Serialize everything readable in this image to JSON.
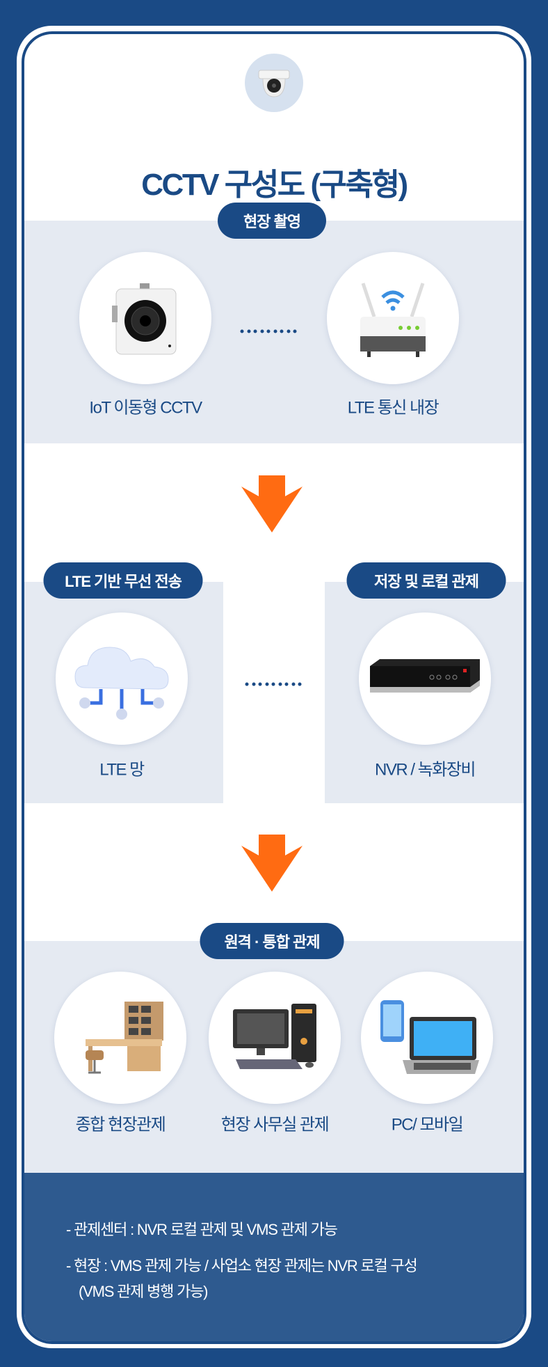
{
  "title": "CCTV 구성도 (구축형)",
  "colors": {
    "navy": "#1a4a85",
    "band": "#e5eaf2",
    "arrow": "#ff6b12",
    "footer": "#2e5a8f"
  },
  "sections": [
    {
      "pill": "현장 촬영",
      "items": [
        {
          "label": "IoT 이동형 CCTV",
          "icon": "iot-camera-icon"
        },
        {
          "label": "LTE 통신 내장",
          "icon": "lte-router-icon"
        }
      ]
    },
    {
      "pills": [
        "LTE 기반 무선 전송",
        "저장 및 로컬 관제"
      ],
      "items": [
        {
          "label": "LTE 망",
          "icon": "cloud-network-icon"
        },
        {
          "label": "NVR / 녹화장비",
          "icon": "nvr-icon"
        }
      ]
    },
    {
      "pill": "원격 · 통합 관제",
      "items": [
        {
          "label": "종합 현장관제",
          "icon": "control-room-icon"
        },
        {
          "label": "현장 사무실 관제",
          "icon": "desktop-pc-icon"
        },
        {
          "label": "PC/ 모바일",
          "icon": "laptop-mobile-icon"
        }
      ]
    }
  ],
  "notes": [
    "- 관제센터 : NVR 로컬 관제 및 VMS 관제 가능",
    "- 현장 : VMS 관제 가능 / 사업소 현장 관제는 NVR 로컬 구성",
    "(VMS 관제 병행 가능)"
  ]
}
